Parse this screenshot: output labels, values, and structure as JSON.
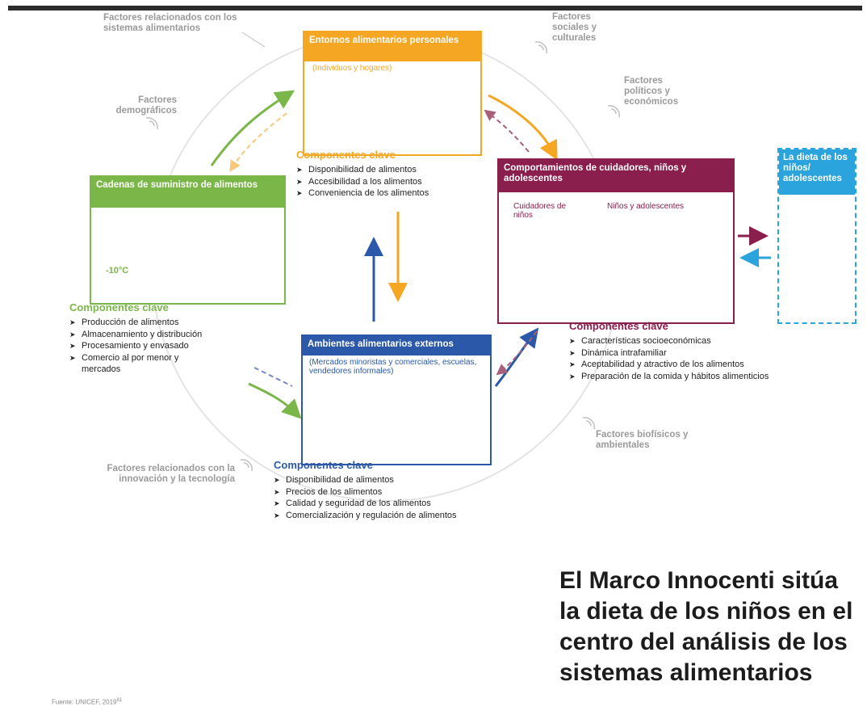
{
  "factors": {
    "food_systems": "Factores relacionados con los sistemas alimentarios",
    "social_cultural": "Factores sociales y culturales",
    "political_economic": "Factores políticos y económicos",
    "demographic": "Factores demográficos",
    "innovation_technology": "Factores relacionados con la innovación y la tecnología",
    "biophysical_environmental": "Factores biofísicos y ambientales"
  },
  "personal_env": {
    "title": "Entornos alimentarios personales",
    "subtitle": "(Individuos y hogares)",
    "components_title": "Componentes clave",
    "components": [
      "Disponibilidad de alimentos",
      "Accesibilidad a los alimentos",
      "Conveniencia de los alimentos"
    ]
  },
  "supply_chains": {
    "title": "Cadenas de suministro de alimentos",
    "truck_label": "-10°C",
    "components_title": "Componentes clave",
    "components": [
      "Producción de alimentos",
      "Almacenamiento y distribución",
      "Procesamiento y envasado",
      "Comercio al por menor y mercados"
    ]
  },
  "external_env": {
    "title": "Ambientes alimentarios externos",
    "subtitle": "(Mercados minoristas y comerciales, escuelas, vendedores informales)",
    "components_title": "Componentes clave",
    "components": [
      "Disponibilidad de alimentos",
      "Precios de los alimentos",
      "Calidad y seguridad de los alimentos",
      "Comercialización y regulación de alimentos"
    ]
  },
  "behaviours": {
    "title": "Comportamientos de cuidadores, niños y adolescentes",
    "caregivers_label": "Cuidadores de niños",
    "children_label": "Niños y adolescentes",
    "components_title": "Componentes clave",
    "components": [
      "Características socioeconómicas",
      "Dinámica intrafamiliar",
      "Aceptabilidad y atractivo de los alimentos",
      "Preparación de la comida y hábitos alimenticios"
    ]
  },
  "diet": {
    "title": "La dieta de los niños/ adolescentes"
  },
  "headline": "El Marco Innocenti sitúa la dieta de los niños en el centro del análisis de los sistemas alimentarios",
  "source": "Fuente: UNICEF, 2019",
  "source_ref": "81",
  "colors": {
    "orange": "#f5a623",
    "green": "#7ab648",
    "blue": "#2b58a8",
    "maroon": "#8a1e4c",
    "cyan": "#2ba3dc",
    "factor_gray": "#9a9a9a"
  }
}
